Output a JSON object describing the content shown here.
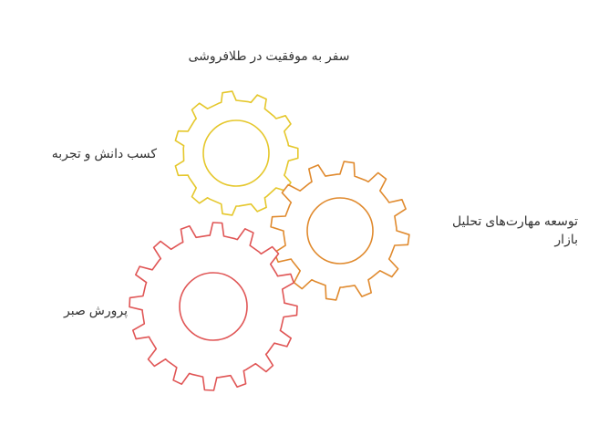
{
  "title": "سفر به موفقیت در طلافروشی",
  "gears": [
    {
      "label": "کسب دانش و تجربه",
      "color": "#e5c72b"
    },
    {
      "label": "توسعه مهارت‌های تحلیل بازار",
      "color": "#e08a2e"
    },
    {
      "label": "پرورش صبر",
      "color": "#e05555"
    }
  ]
}
